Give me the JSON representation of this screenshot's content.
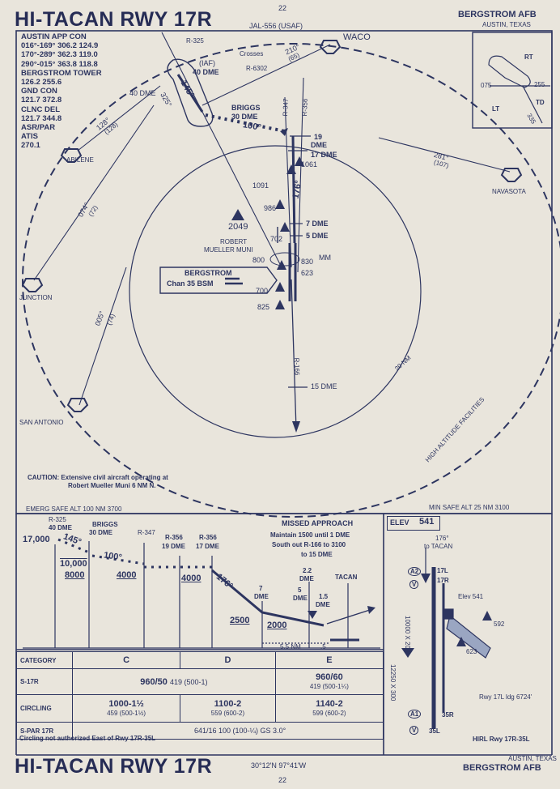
{
  "header": {
    "page_number": "22",
    "title": "HI-TACAN RWY 17R",
    "chart_id": "JAL-556 (USAF)",
    "airport": "BERGSTROM AFB",
    "city": "AUSTIN, TEXAS"
  },
  "comms": [
    "AUSTIN APP CON",
    "016°-169° 306.2 124.9",
    "170°-289° 362.3 119.0",
    "290°-015° 363.8 118.8",
    "BERGSTROM TOWER",
    "126.2 255.6",
    "GND CON",
    "121.7 372.8",
    "CLNC DEL",
    "121.7 344.8",
    "ASR/PAR",
    "ATIS",
    "270.1"
  ],
  "plan": {
    "fixes": {
      "waco": "WACO",
      "abilene": "ABILENE",
      "junction": "JUNCTION",
      "san_antonio": "SAN ANTONIO",
      "navasota": "NAVASOTA",
      "briggs": "BRIGGS",
      "briggs_dme": "30 DME",
      "iaf": "(IAF)",
      "iaf_dme": "40 DME",
      "dme_40": "40 DME",
      "crosses": "Crosses",
      "r6302": "R-6302",
      "dme_19": "19",
      "dme_19b": "DME",
      "dme_17": "17 DME",
      "dme_7": "7 DME",
      "dme_5": "5 DME",
      "dme_15": "15 DME",
      "mm": "MM"
    },
    "radials": {
      "r325": "R-325",
      "r347": "R-347",
      "r356": "R-356",
      "r166": "R-166"
    },
    "courses": {
      "c145": "145°",
      "c325": "325°",
      "c100": "100°",
      "c176": "176°",
      "c210": "210°",
      "c210d": "(65)",
      "c128": "128°",
      "c128d": "(128)",
      "c074": "074°",
      "c074d": "(72)",
      "c005": "005°",
      "c005d": "(74)",
      "c281": "281°",
      "c281d": "(107)"
    },
    "obstacles": {
      "o1091": "1091",
      "o1061": "1061",
      "o986": "986",
      "o2049": "2049",
      "o702": "702",
      "o800": "800",
      "o830": "830",
      "o623": "623",
      "o700": "700",
      "o825": "825"
    },
    "airports": {
      "robert1": "ROBERT",
      "robert2": "MUELLER MUNI",
      "bergstrom": "BERGSTROM",
      "tacan": "Chan 35 BSM"
    },
    "ring_20nm": "20 NM",
    "high_alt": "HIGH ALTITUDE FACILITIES",
    "caution1": "CAUTION: Extensive civil aircraft operating at",
    "caution2": "Robert Mueller Muni 6 NM N.",
    "emerg": "EMERG SAFE ALT 100 NM 3700",
    "msa": "MIN SAFE ALT 25 NM 3100",
    "inset": {
      "rt": "RT",
      "lt": "LT",
      "td": "TD",
      "r075": "075",
      "r255": "255",
      "r335": "335"
    }
  },
  "profile": {
    "r325": "R-325",
    "dme40": "40 DME",
    "alt17000": "17,000",
    "c145": "145°",
    "alt10000": "10,000",
    "alt8000": "8000",
    "briggs": "BRIGGS",
    "briggs_dme": "30 DME",
    "c100": "100°",
    "r347": "R-347",
    "alt4000a": "4000",
    "r356a": "R-356",
    "dme19": "19 DME",
    "r356b": "R-356",
    "dme17": "17 DME",
    "alt4000b": "4000",
    "c176": "176°",
    "dme7a": "7",
    "dme7b": "DME",
    "alt2500": "2500",
    "alt2000": "2000",
    "d22a": "2.2",
    "d22b": "DME",
    "d5a": "5",
    "d5b": "DME",
    "d15a": "1.5",
    "d15b": "DME",
    "tacan": "TACAN",
    "nm55": "5.5 NM",
    "nm5": ".5",
    "missed_title": "MISSED APPROACH",
    "missed1": "Maintain 1500 until 1 DME",
    "missed2": "South out R-166 to 3100",
    "missed3": "to 15 DME"
  },
  "aerodrome": {
    "elev_label": "ELEV",
    "elev_value": "541",
    "c176": "176°",
    "to_tacan": "to TACAN",
    "a2": "A2",
    "v": "V",
    "a1": "A1",
    "rwy_n": "17L",
    "rwy_n2": "17R",
    "rwy_s": "35R",
    "rwy_s2": "35L",
    "elev541": "Elev 541",
    "o592": "592",
    "o623": "623",
    "rwy_len": "12250 X 300",
    "rwy_len2": "10000 X 200",
    "rwy_ldg": "Rwy 17L ldg 6724'",
    "hirl": "HIRL Rwy 17R-35L"
  },
  "minimums": {
    "headers": [
      "CATEGORY",
      "C",
      "D",
      "E"
    ],
    "rows": [
      {
        "label": "S-17R",
        "c_main": "960/50",
        "c_sub": "419 (500-1)",
        "d_main": "",
        "d_sub": "",
        "e_main": "960/60",
        "e_sub": "419 (500-1¼)"
      },
      {
        "label": "CIRCLING",
        "c_main": "1000-1½",
        "c_sub": "459 (500-1½)",
        "d_main": "1100-2",
        "d_sub": "559 (600-2)",
        "e_main": "1140-2",
        "e_sub": "599 (600-2)"
      }
    ],
    "spar_label": "S-PAR 17R",
    "spar_value": "641/16  100 (100-¼)  GS 3.0°",
    "footnote": "Circling not authorized East of Rwy 17R-35L"
  },
  "footer": {
    "title": "HI-TACAN RWY 17R",
    "coords": "30°12'N 97°41'W",
    "city": "AUSTIN, TEXAS",
    "airport": "BERGSTROM AFB",
    "page_number": "22"
  }
}
